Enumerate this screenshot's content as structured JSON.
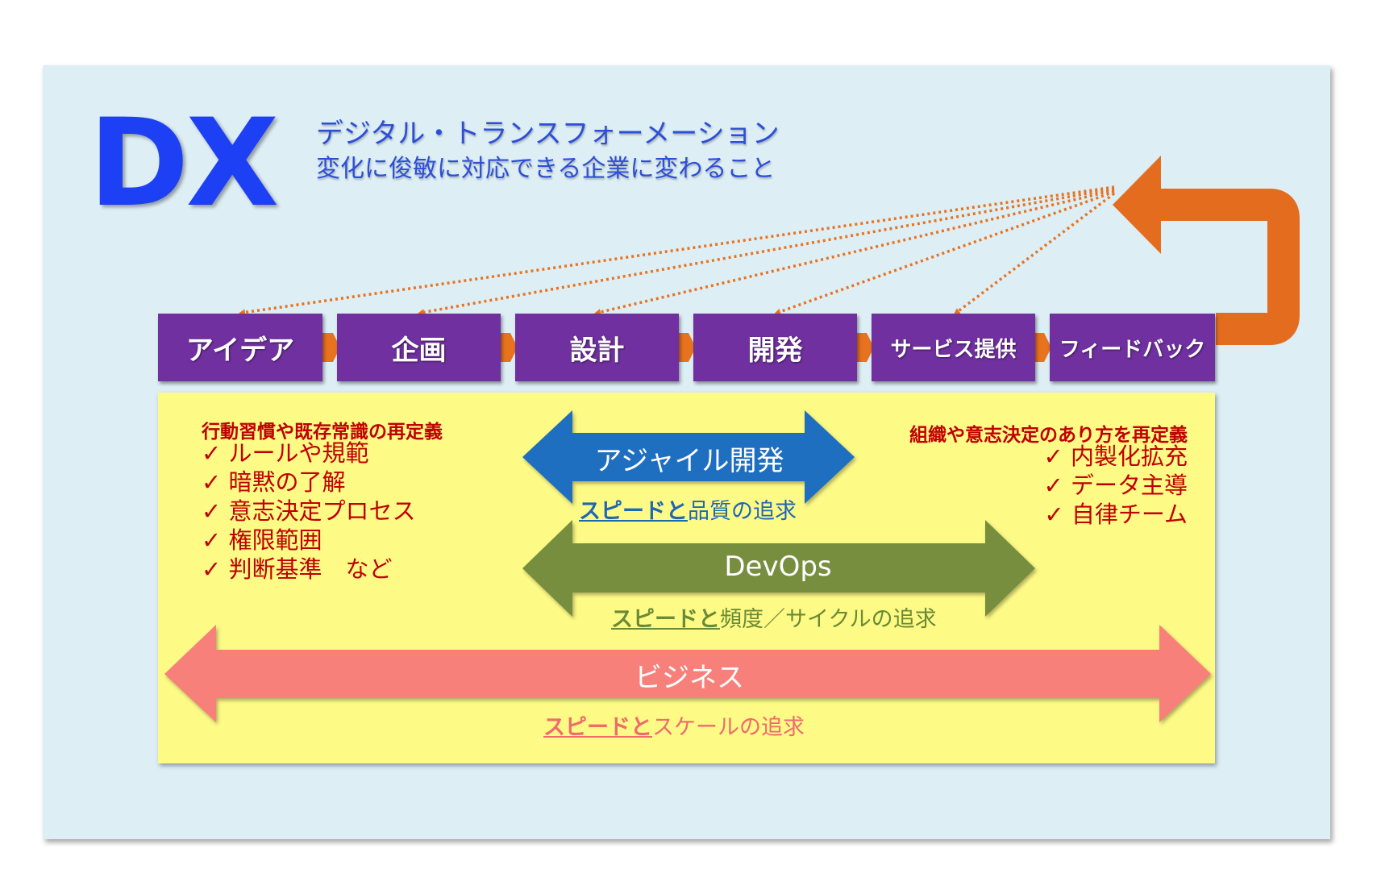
{
  "header": {
    "logo": "DX",
    "subtitle_line1": "デジタル・トランスフォーメーション",
    "subtitle_line2": "変化に俊敏に対応できる企業に変わること"
  },
  "steps": [
    "アイデア",
    "企画",
    "設計",
    "開発",
    "サービス提供",
    "フィードバック"
  ],
  "left_notes": {
    "heading": "行動習慣や既存常識の再定義",
    "items": [
      "ルールや規範",
      "暗黙の了解",
      "意志決定プロセス",
      "権限範囲",
      "判断基準　など"
    ]
  },
  "right_notes": {
    "heading": "組織や意志決定のあり方を再定義",
    "items": [
      "内製化拡充",
      "データ主導",
      "自律チーム"
    ]
  },
  "arrows": {
    "agile": {
      "label": "アジャイル開発",
      "sub_emph": "スピードと",
      "sub_rest": "品質の追求"
    },
    "devops": {
      "label": "DevOps",
      "sub_emph": "スピードと",
      "sub_rest": "頻度／サイクルの追求"
    },
    "business": {
      "label": "ビジネス",
      "sub_emph": "スピードと",
      "sub_rest": "スケールの追求"
    }
  },
  "colors": {
    "panel_bg": "#ddeef5",
    "logo": "#1e40f5",
    "subtitle": "#2d4fd6",
    "step_bg": "#7030a0",
    "connector": "#e8731f",
    "feedback_loop": "#e46c1f",
    "yellow_bg": "#fdfa86",
    "notes_text": "#c00000",
    "agile_arrow": "#1f6fc0",
    "agile_sub": "#1f66b5",
    "devops_arrow": "#778e3f",
    "devops_sub": "#6b8a35",
    "business_arrow": "#f8807b",
    "business_sub": "#f06b6b"
  }
}
